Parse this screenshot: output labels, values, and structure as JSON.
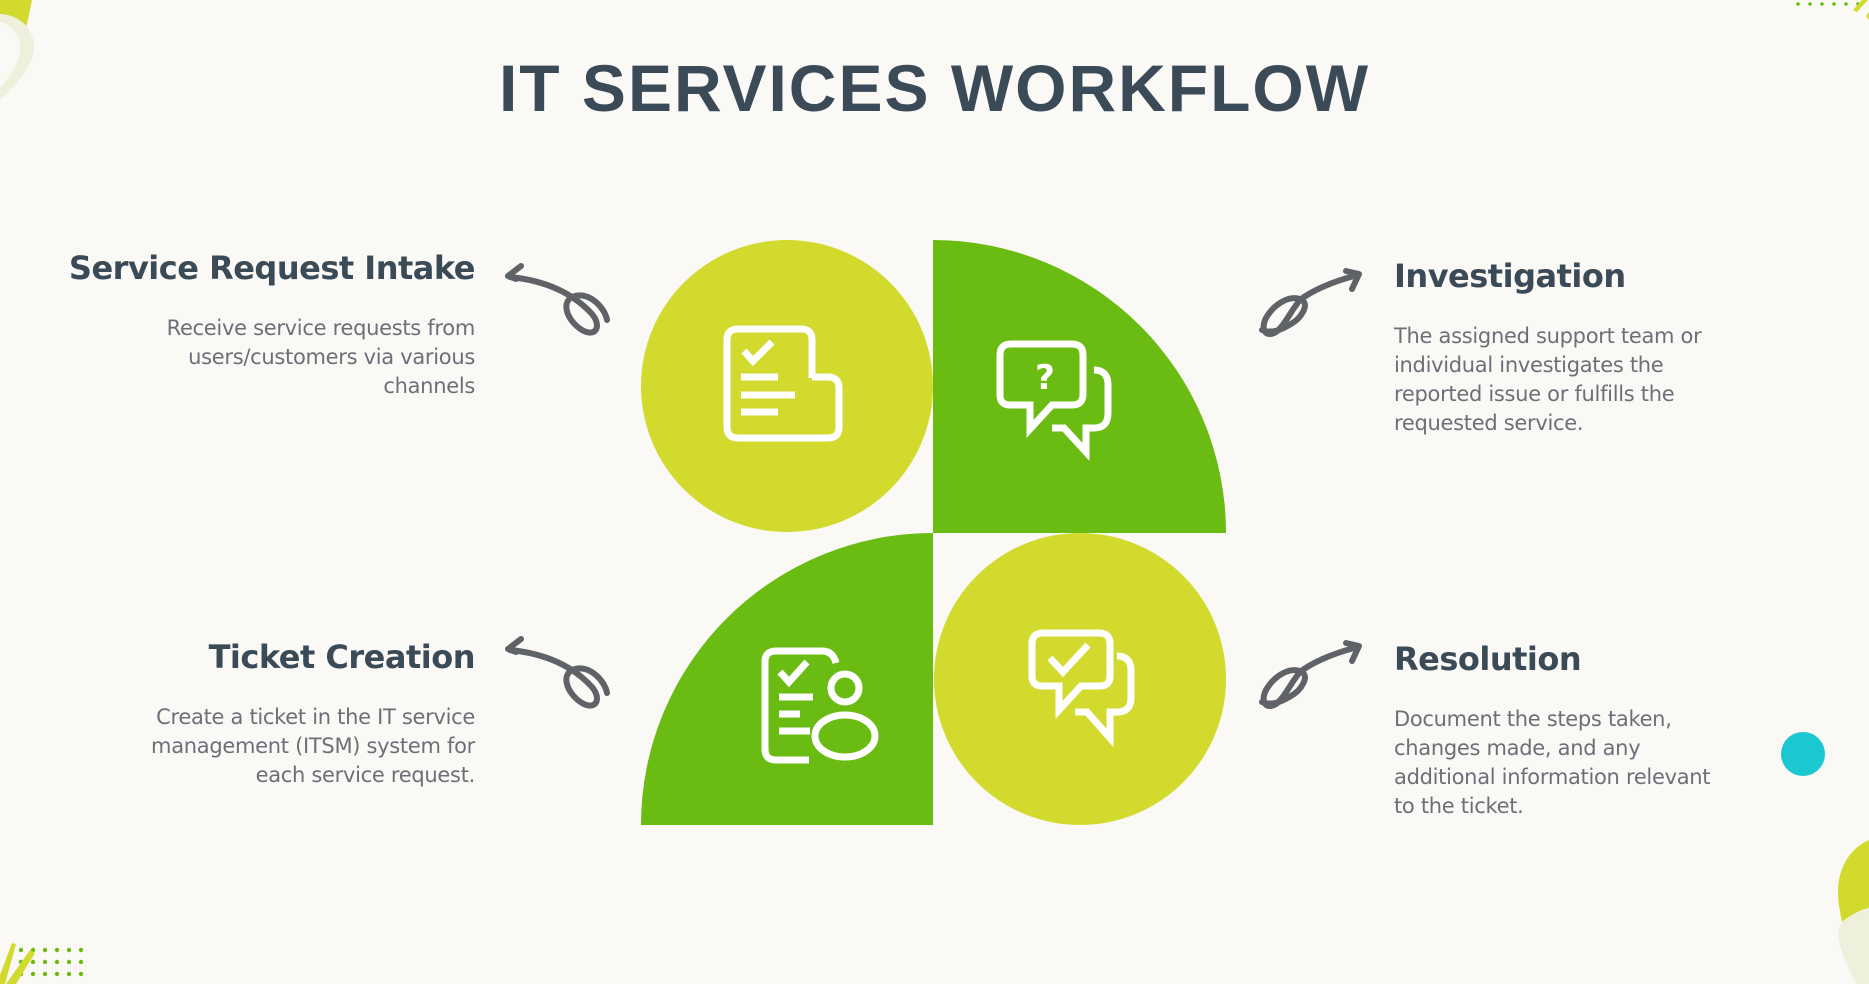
{
  "title": "IT SERVICES WORKFLOW",
  "colors": {
    "lime": "#d3da2e",
    "green": "#6abb12",
    "heading": "#3b4a57",
    "body_text": "#6b7078",
    "arrow": "#5f6266",
    "teal_dot": "#1bc8d1",
    "background": "#faf9f6"
  },
  "steps": [
    {
      "id": "service-request-intake",
      "title": "Service Request Intake",
      "description": "Receive service requests from users/customers via various channels",
      "icon": "checklist-document-icon",
      "shape": "circle",
      "color": "lime"
    },
    {
      "id": "investigation",
      "title": "Investigation",
      "description": "The assigned support team or individual investigates the reported issue or fulfills the requested service.",
      "icon": "question-chat-bubbles-icon",
      "shape": "quarter-circle",
      "color": "green"
    },
    {
      "id": "ticket-creation",
      "title": "Ticket Creation",
      "description": "Create a ticket in the IT service management (ITSM) system for each service request.",
      "icon": "checklist-user-icon",
      "shape": "quarter-circle",
      "color": "green"
    },
    {
      "id": "resolution",
      "title": "Resolution",
      "description": "Document the steps taken, changes made, and any additional information relevant to the ticket.",
      "icon": "check-chat-bubbles-icon",
      "shape": "circle",
      "color": "lime"
    }
  ]
}
